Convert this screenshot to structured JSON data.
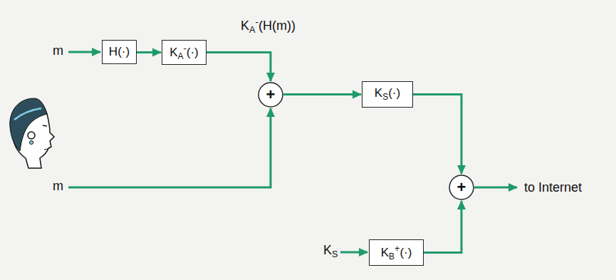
{
  "diagram": {
    "nodes": [
      {
        "text": [
          "H(·)"
        ]
      },
      {
        "text": [
          "KA-(·)"
        ]
      },
      {
        "text": [
          "+"
        ]
      },
      {
        "text": [
          "KS(·)"
        ]
      },
      {
        "text": [
          "+"
        ]
      },
      {
        "text": [
          "KB+(·)"
        ]
      }
    ],
    "edges": [
      {
        "from": 0,
        "to": 1,
        "arrow": "to"
      },
      {
        "from": 1,
        "to": 2,
        "label": "KA-(H(m))",
        "arrow": "to"
      },
      {
        "from": 2,
        "to": 3,
        "arrow": "to"
      },
      {
        "from": 3,
        "to": 4,
        "arrow": "to"
      },
      {
        "from": 5,
        "to": 4,
        "arrow": "to"
      }
    ],
    "labels": [
      "m",
      "m",
      "KS",
      "to Internet"
    ]
  }
}
